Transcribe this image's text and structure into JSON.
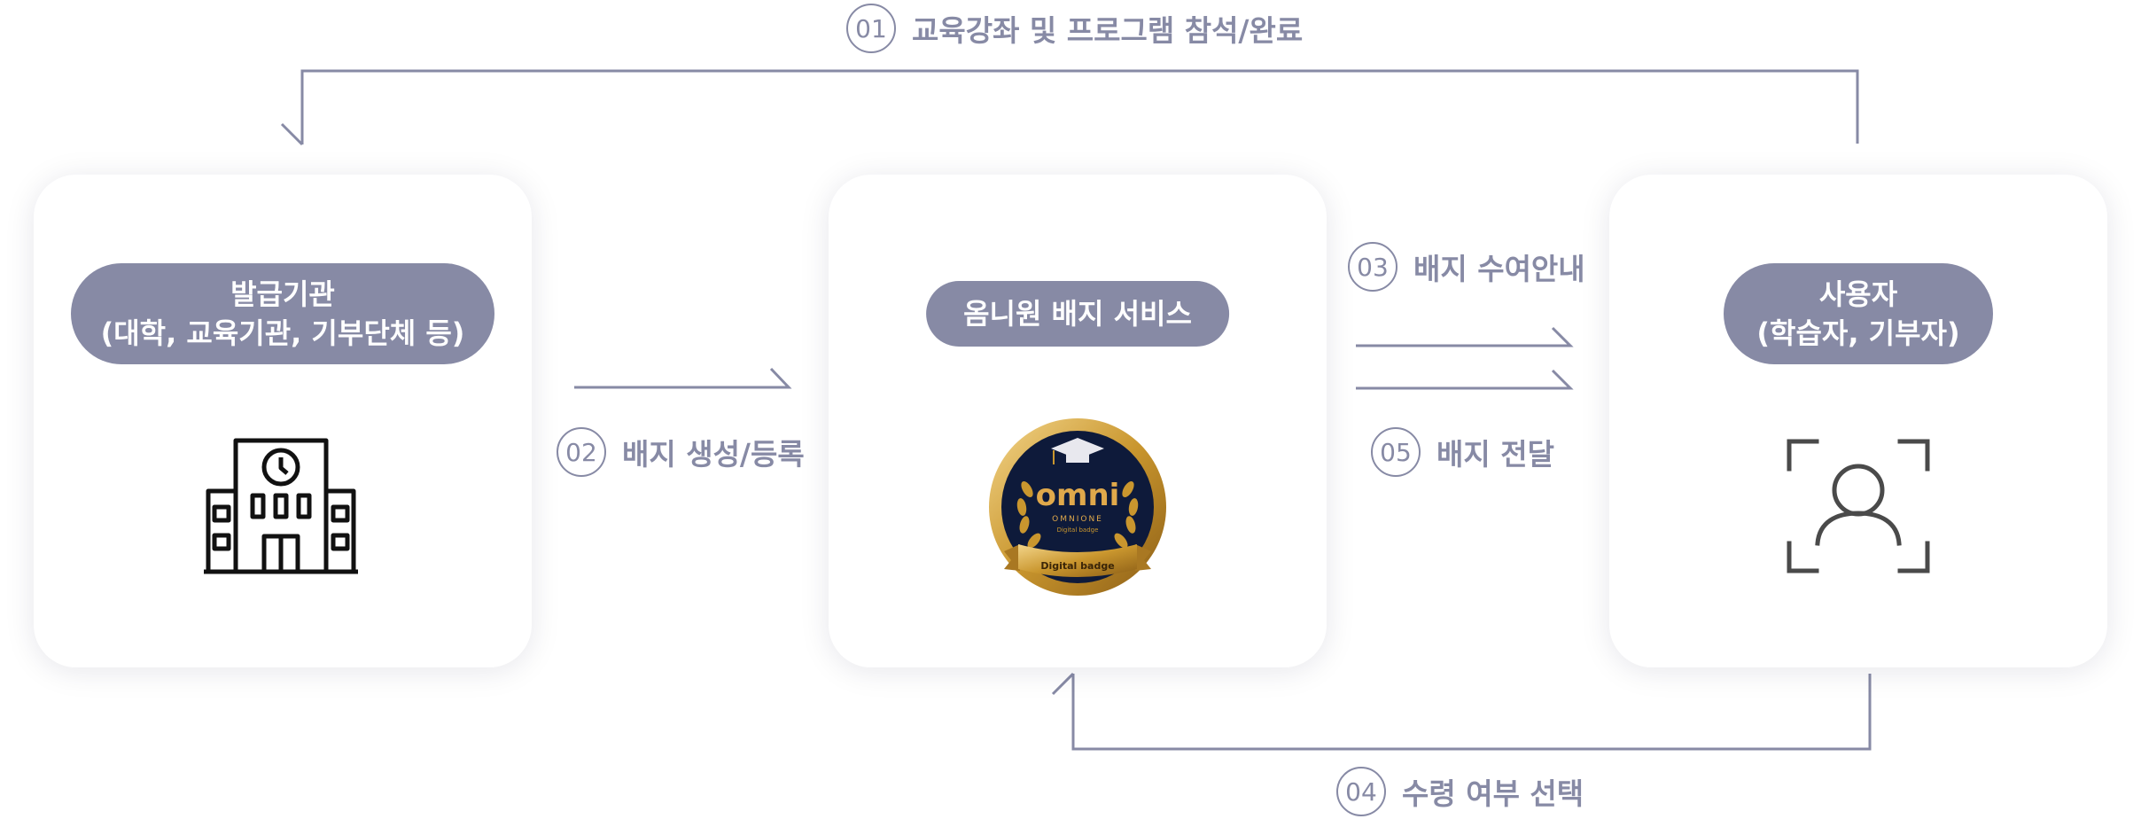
{
  "nodes": {
    "issuer": {
      "line1": "발급기관",
      "line2": "(대학, 교육기관, 기부단체 등)",
      "icon": "school-building-icon"
    },
    "service": {
      "label": "옴니원 배지 서비스",
      "badge": {
        "brand": "OMNIONE",
        "sub": "Digital badge",
        "ribbon": "Digital badge"
      }
    },
    "user": {
      "line1": "사용자",
      "line2": "(학습자, 기부자)",
      "icon": "user-scan-icon"
    }
  },
  "steps": [
    {
      "num": "01",
      "label": "교육강좌 및 프로그램 참석/완료"
    },
    {
      "num": "02",
      "label": "배지 생성/등록"
    },
    {
      "num": "03",
      "label": "배지 수여안내"
    },
    {
      "num": "04",
      "label": "수령 여부 선택"
    },
    {
      "num": "05",
      "label": "배지 전달"
    }
  ],
  "colors": {
    "accent": "#878AA5",
    "icon": "#111111",
    "badge_navy": "#0E1A3A",
    "badge_gold": "#C9962E"
  }
}
